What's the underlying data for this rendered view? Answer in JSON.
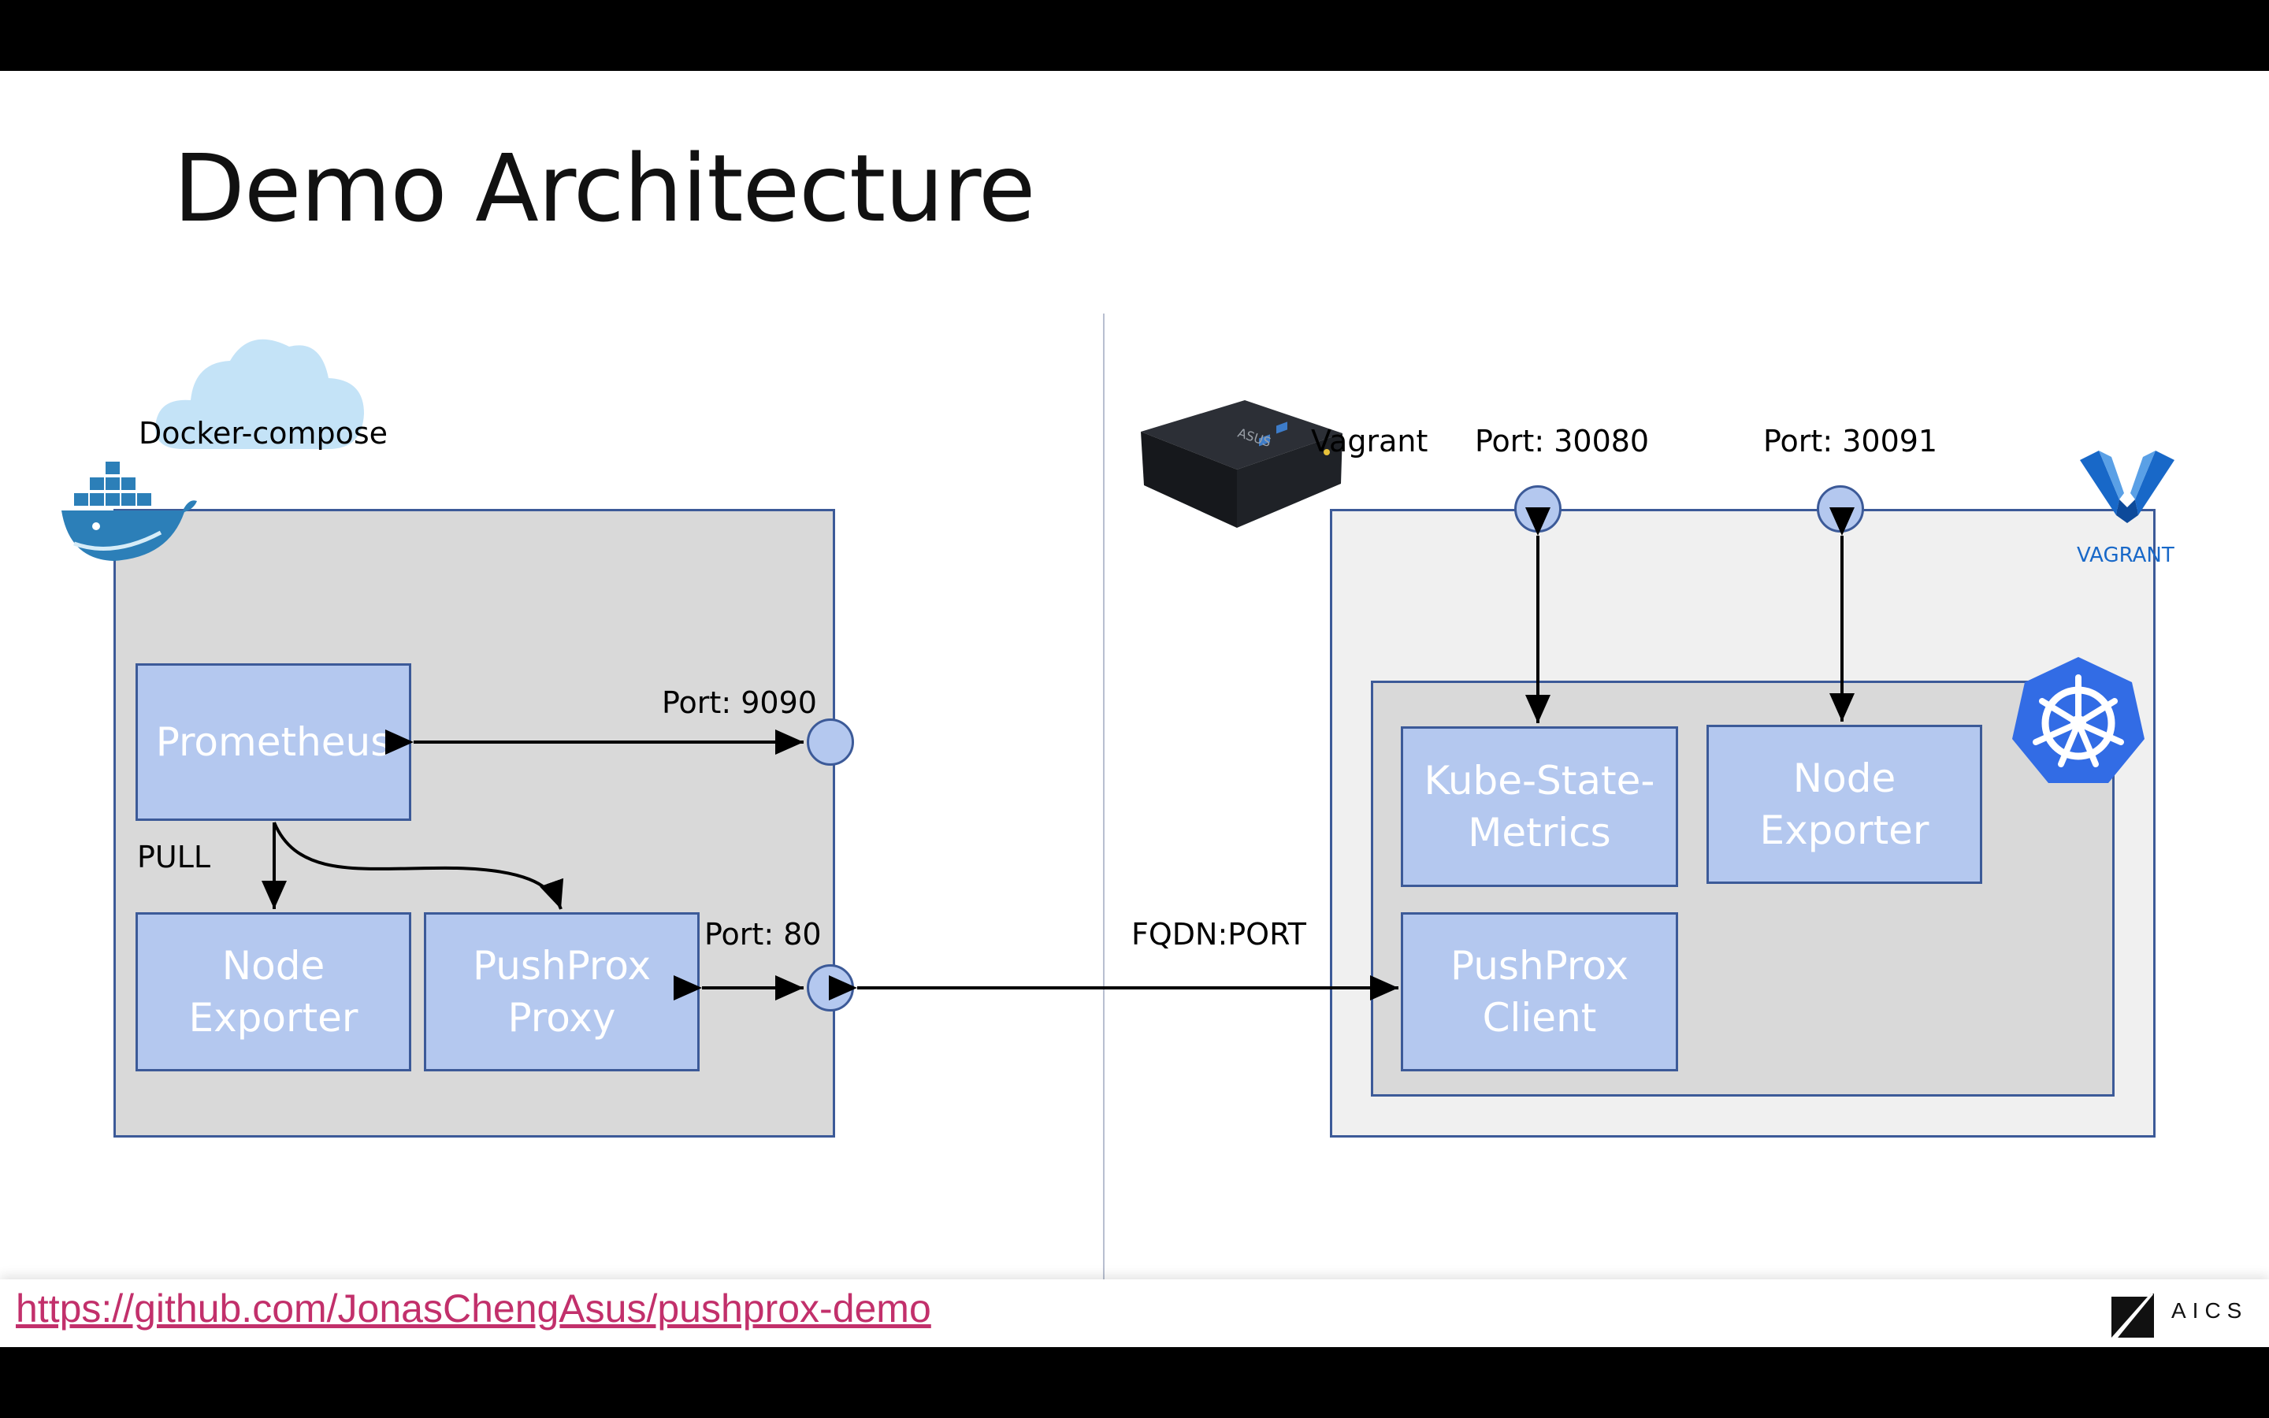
{
  "slide": {
    "title": "Demo Architecture",
    "link": "https://github.com/JonasChengAsus/pushprox-demo",
    "logo_text": "AICS"
  },
  "left": {
    "cloud_label": "Docker-compose",
    "boxes": {
      "prometheus": "Prometheus",
      "node_exporter": "Node\nExporter",
      "pushprox_proxy": "PushProx\nProxy"
    },
    "labels": {
      "port_9090": "Port: 9090",
      "port_80": "Port: 80",
      "pull": "PULL"
    }
  },
  "middle": {
    "fqdn_label": "FQDN:PORT"
  },
  "right": {
    "vagrant_label": "Vagrant",
    "vagrant_logo_text": "VAGRANT",
    "labels": {
      "port_30080": "Port: 30080",
      "port_30091": "Port: 30091"
    },
    "boxes": {
      "kube_state_metrics": "Kube-State-\nMetrics",
      "node_exporter": "Node\nExporter",
      "pushprox_client": "PushProx\nClient"
    }
  },
  "colors": {
    "box_fill": "#b4c8ef",
    "box_border": "#3c5a98",
    "panel_fill_docker": "#d9d9d9",
    "panel_fill_vagrant": "#f0f0f0",
    "link": "#c2306b",
    "kubernetes": "#326ce5",
    "vagrant": "#1868c8"
  },
  "icons": [
    "cloud-icon",
    "docker-whale-icon",
    "asus-mini-pc-icon",
    "vagrant-logo-icon",
    "kubernetes-helm-icon",
    "aics-logo-icon"
  ]
}
